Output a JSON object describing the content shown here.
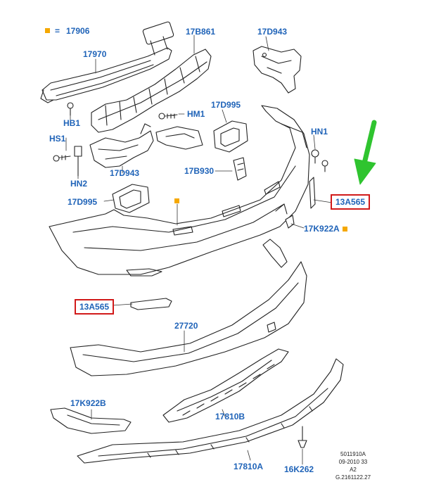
{
  "legend": {
    "equals": "=",
    "code": "17906"
  },
  "labels": {
    "l17970": "17970",
    "l17B861": "17B861",
    "l17D943a": "17D943",
    "lHB1": "HB1",
    "lHM1": "HM1",
    "l17D995a": "17D995",
    "lHS1": "HS1",
    "lHN1": "HN1",
    "l17D943b": "17D943",
    "l17B930": "17B930",
    "lHN2": "HN2",
    "l17D995b": "17D995",
    "l13A565a": "13A565",
    "l17K922Aa": "17K922A",
    "l13A565b": "13A565",
    "l27720": "27720",
    "l17K922B": "17K922B",
    "l17810B": "17810B",
    "l17810A": "17810A",
    "l16K262": "16K262"
  },
  "reference": {
    "line1": "5011910A",
    "line2": "09-2010 33",
    "line3": "A2",
    "line4": "G.2161122.27"
  },
  "colors": {
    "label": "#1f63b8",
    "highlight_box": "#d11a1a",
    "marker": "#f5a800",
    "arrow": "#2fc42f"
  }
}
